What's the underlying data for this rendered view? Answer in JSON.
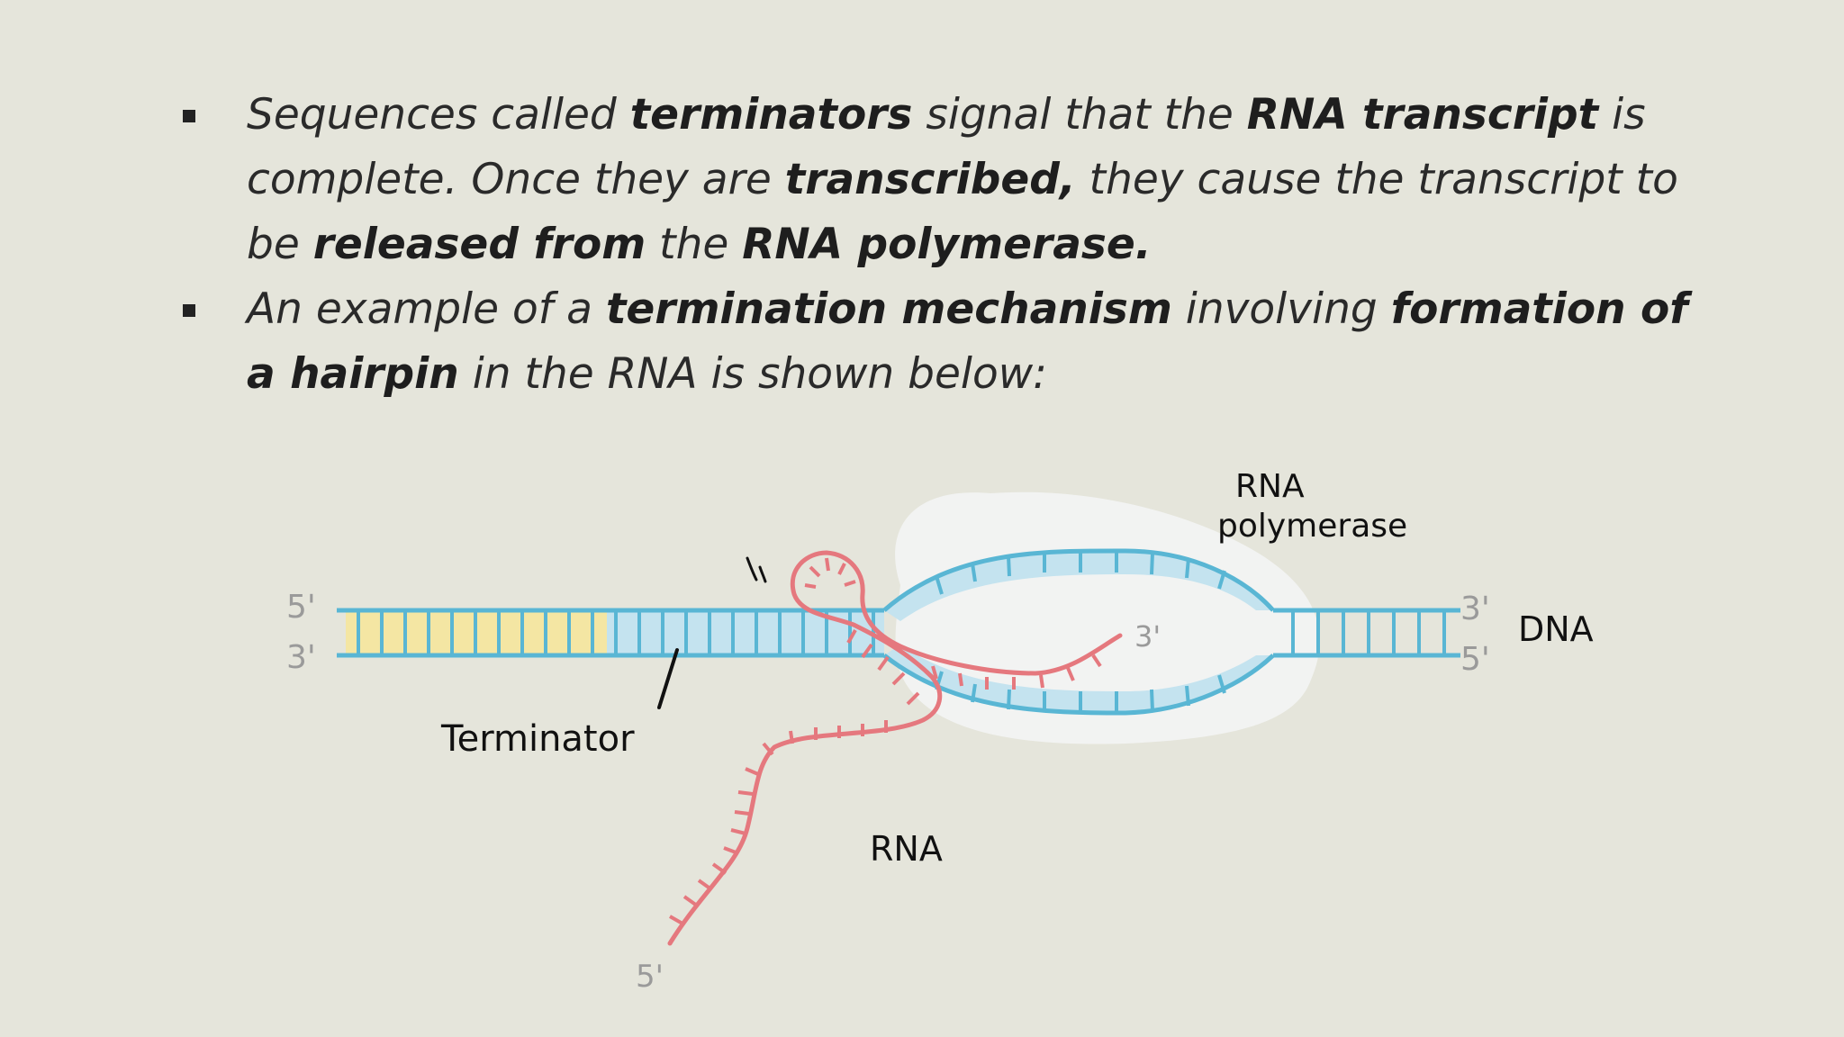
{
  "bullets": [
    {
      "parts": [
        {
          "text": "Sequences called ",
          "bold": false
        },
        {
          "text": "terminators",
          "bold": true
        },
        {
          "text": " signal that the ",
          "bold": false
        },
        {
          "text": "RNA transcript",
          "bold": true
        },
        {
          "text": " is complete. Once they are ",
          "bold": false
        },
        {
          "text": "transcribed,",
          "bold": true
        },
        {
          "text": " they cause the transcript to be ",
          "bold": false
        },
        {
          "text": "released from",
          "bold": true
        },
        {
          "text": " the ",
          "bold": false
        },
        {
          "text": "RNA polymerase.",
          "bold": true
        }
      ]
    },
    {
      "parts": [
        {
          "text": "An example of a ",
          "bold": false
        },
        {
          "text": "termination mechanism",
          "bold": true
        },
        {
          "text": " involving ",
          "bold": false
        },
        {
          "text": "formation of a hairpin",
          "bold": true
        },
        {
          "text": " in the RNA is shown below:",
          "bold": false
        }
      ]
    }
  ],
  "diagram": {
    "label_rna_polymerase_1": "RNA",
    "label_rna_polymerase_2": "polymerase",
    "label_dna": "DNA",
    "label_terminator": "Terminator",
    "label_rna": "RNA",
    "end_5_top": "5'",
    "end_3_bottom": "3'",
    "end_3_right": "3'",
    "end_5_right": "5'",
    "rna_3_end": "3'",
    "rna_5_end": "5'",
    "colors": {
      "background": "#e5e5db",
      "dna": "#59b6d4",
      "dna_fill": "#c4e3ef",
      "terminator_fill": "#f4e6a3",
      "rna": "#e5787e",
      "polymerase": "#f2f3f2",
      "end_labels": "#9a9a9a",
      "ink": "#111111"
    }
  }
}
